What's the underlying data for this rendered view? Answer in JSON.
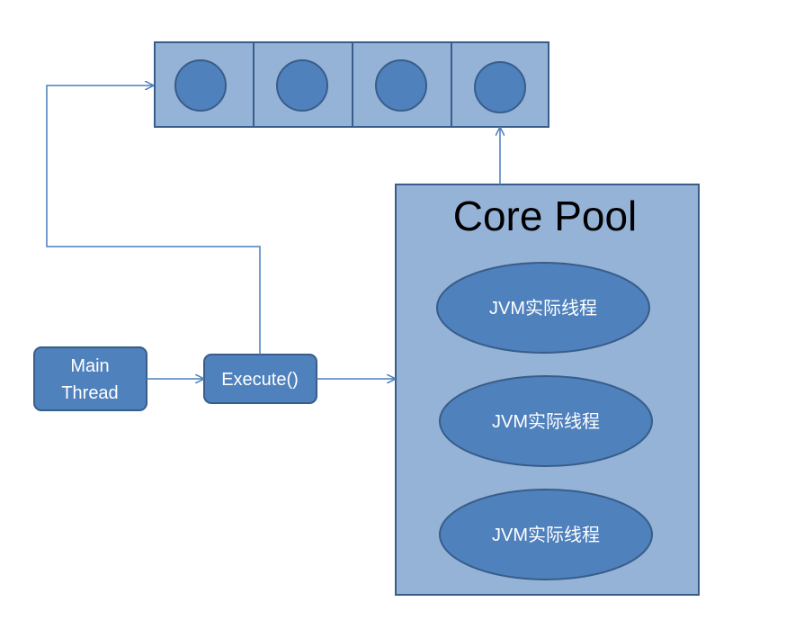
{
  "queue": {
    "slots": 4
  },
  "main_thread": {
    "line1": "Main",
    "line2": "Thread"
  },
  "execute": {
    "label": "Execute()"
  },
  "core_pool": {
    "title": "Core Pool",
    "threads": [
      {
        "label": "JVM实际线程"
      },
      {
        "label": "JVM实际线程"
      },
      {
        "label": "JVM实际线程"
      }
    ]
  },
  "colors": {
    "light_fill": "#95b3d7",
    "dark_fill": "#4f81bd",
    "stroke": "#385d8a",
    "arrow": "#4a7ebb"
  }
}
